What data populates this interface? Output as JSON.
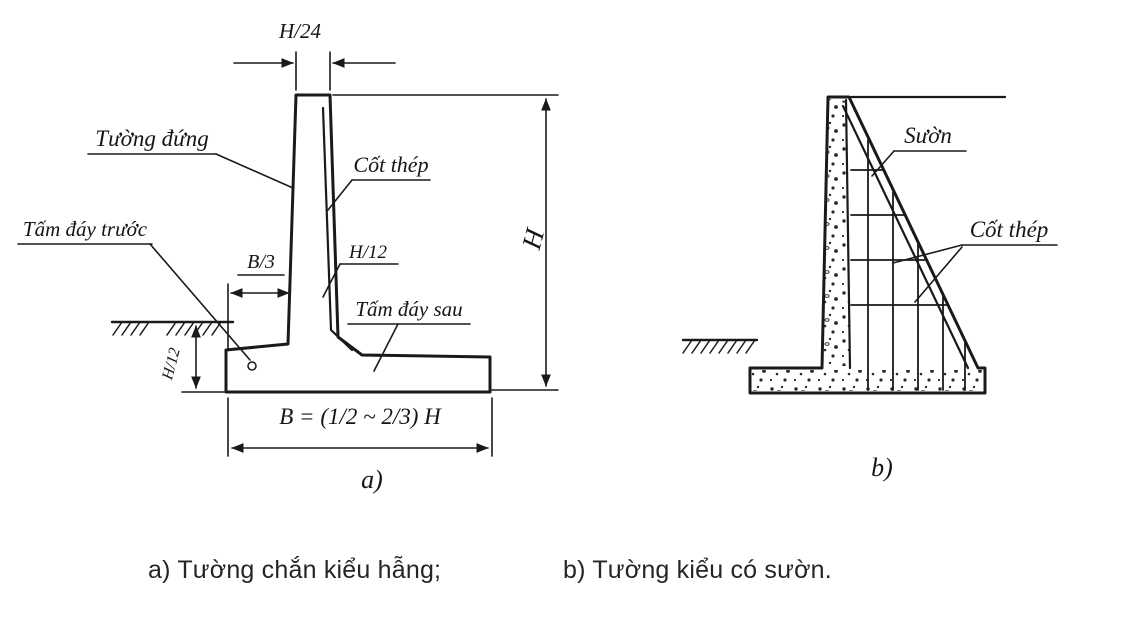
{
  "figure": {
    "colors": {
      "ink": "#1a1a1a",
      "paper": "#ffffff"
    },
    "diagram_a": {
      "dim_top": "H/24",
      "label_wall": "Tường đứng",
      "label_rebar": "Cốt thép",
      "label_front_slab": "Tấm đáy trước",
      "dim_b3": "B/3",
      "dim_h12_stem": "H/12",
      "label_rear_slab": "Tấm đáy sau",
      "dim_height": "H",
      "dim_h12_left": "H/12",
      "dim_base_width": "B = (1/2 ~ 2/3) H",
      "sub_label": "a)"
    },
    "diagram_b": {
      "label_rib": "Sườn",
      "label_rebar": "Cốt thép",
      "sub_label": "b)"
    },
    "captions": {
      "a": "a) Tường chắn kiểu hẫng;",
      "b": "b) Tường kiểu có sườn."
    }
  }
}
